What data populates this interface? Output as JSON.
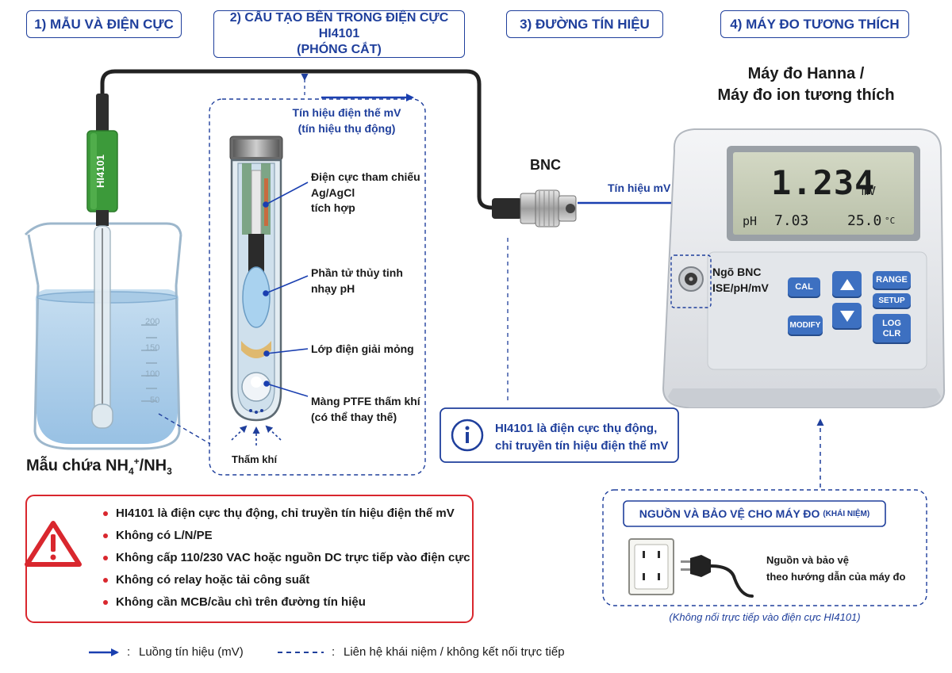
{
  "headers": {
    "h1": "1) MẪU VÀ ĐIỆN CỰC",
    "h2_line1": "2) CẤU TẠO BÊN TRONG ĐIỆN CỰC HI4101",
    "h2_line2": "(PHÓNG CẮT)",
    "h3": "3) ĐƯỜNG TÍN HIỆU",
    "h4": "4) MÁY ĐO TƯƠNG THÍCH"
  },
  "electrode_label": "HI4101",
  "beaker_ticks": [
    "200",
    "150",
    "100",
    "50"
  ],
  "sample_label": {
    "prefix": "Mẫu chứa NH",
    "sub1": "4",
    "sup": "+",
    "mid": "/NH",
    "sub2": "3"
  },
  "cutaway": {
    "signal_line1": "Tín hiệu điện thế mV",
    "signal_line2": "(tín hiệu thụ động)",
    "reference_line1": "Điện cực tham chiếu",
    "reference_line2": "Ag/AgCl",
    "reference_line3": "tích hợp",
    "glass_line1": "Phần tử thủy tinh",
    "glass_line2": "nhạy pH",
    "electrolyte": "Lớp điện giải mỏng",
    "ptfe_line1": "Màng PTFE thấm khí",
    "ptfe_line2": "(có thể thay thế)",
    "gas": "Thấm khí"
  },
  "bnc_label": "BNC",
  "signal_mv": "Tín hiệu mV",
  "info_box": {
    "line1": "HI4101 là điện cực thụ động,",
    "line2": "chỉ truyền tín hiệu điện thế mV"
  },
  "meter": {
    "title_line1": "Máy đo Hanna /",
    "title_line2": "Máy đo ion tương thích",
    "lcd_main": "1.234",
    "lcd_unit": "mV",
    "lcd_ph_label": "pH",
    "lcd_ph_value": "7.03",
    "lcd_temp": "25.0",
    "lcd_temp_unit": "°C",
    "port_line1": "Ngõ BNC",
    "port_line2": "ISE/pH/mV",
    "buttons": {
      "cal": "CAL",
      "modify": "MODIFY",
      "range": "RANGE",
      "setup": "SETUP",
      "log_line1": "LOG",
      "log_line2": "CLR"
    }
  },
  "warnings": [
    "HI4101 là điện cực thụ động, chỉ truyền tín hiệu điện thế mV",
    "Không có L/N/PE",
    "Không cấp 110/230 VAC hoặc nguồn DC trực tiếp vào điện cực",
    "Không có relay hoặc tải công suất",
    "Không cần MCB/cầu chì trên đường tín hiệu"
  ],
  "power": {
    "title": "NGUỒN VÀ BẢO VỆ CHO MÁY ĐO",
    "title_note": "(KHÁI NIỆM)",
    "desc_line1": "Nguồn và bảo vệ",
    "desc_line2": "theo hướng dẫn của máy đo",
    "note": "(Không nối trực tiếp vào điện cực HI4101)"
  },
  "legend": {
    "solid": "Luồng tín hiệu (mV)",
    "dashed": "Liên hệ khái niệm / không kết nối trực tiếp",
    "colon": ":"
  },
  "colors": {
    "navy": "#1f3f9c",
    "signal_blue": "#1a3fb0",
    "warning_red": "#d9272e",
    "electrode_green": "#3c9a3a",
    "meter_button": "#3d70c1"
  }
}
